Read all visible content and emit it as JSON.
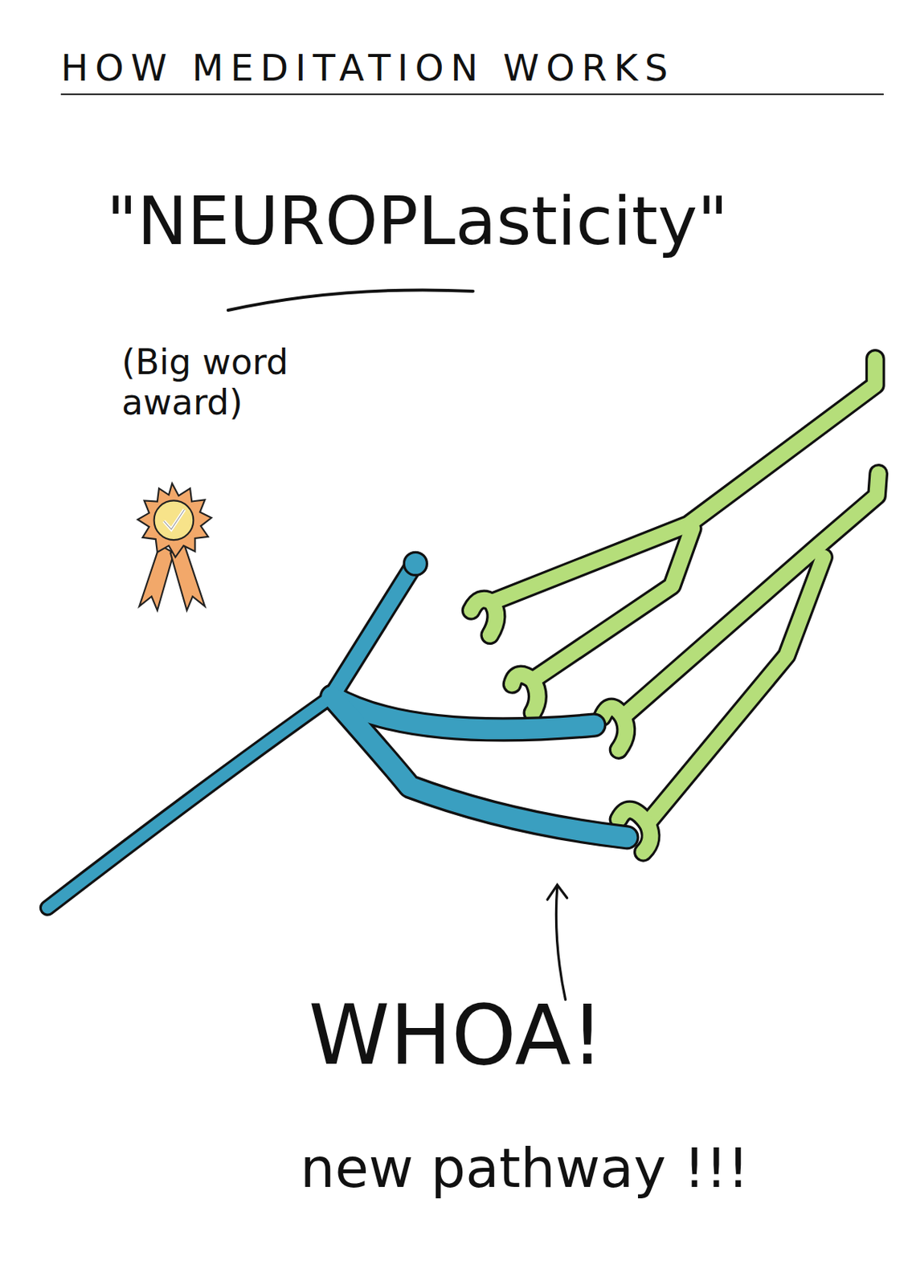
{
  "diagram": {
    "title": "HOW MEDITATION WORKS",
    "labels": [
      "\"NEUROPLasticity\"",
      "(Big word award)",
      "WHOA!",
      "new pathway !!!"
    ]
  }
}
